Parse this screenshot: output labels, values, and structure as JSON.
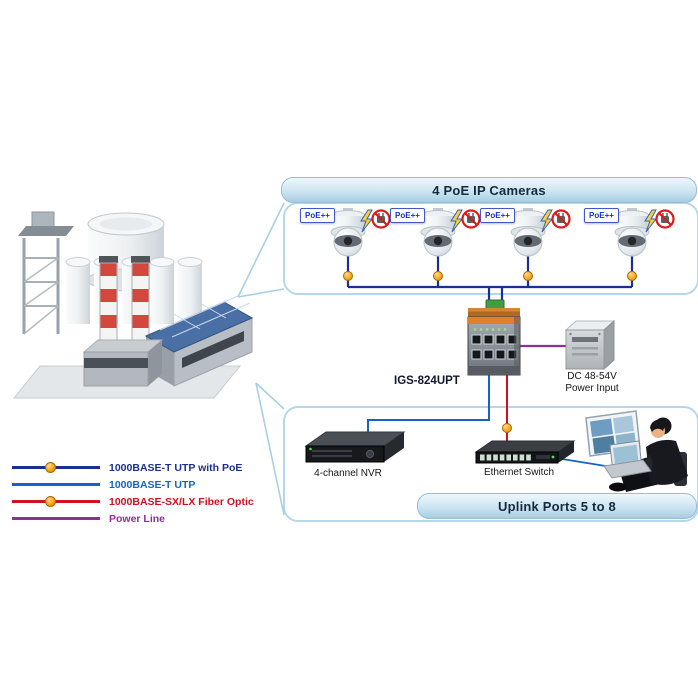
{
  "top_banner": {
    "label": "4 PoE IP Cameras"
  },
  "bottom_banner": {
    "label": "Uplink Ports 5 to 8"
  },
  "camera_badge_label": "PoE++",
  "devices": {
    "poe_switch": {
      "label": "IGS-824UPT"
    },
    "dc_power": {
      "line1": "DC 48-54V",
      "line2": "Power Input"
    },
    "nvr": {
      "label": "4-channel NVR"
    },
    "ethernet_switch": {
      "label": "Ethernet Switch"
    }
  },
  "legend": {
    "items": [
      {
        "label": "1000BASE-T UTP with PoE",
        "color": "#1b2f8f",
        "poe_dot": true
      },
      {
        "label": "1000BASE-T UTP",
        "color": "#1565c0",
        "poe_dot": false
      },
      {
        "label": "1000BASE-SX/LX Fiber Optic",
        "color": "#cf1020",
        "poe_dot": true
      },
      {
        "label": "Power Line",
        "color": "#8e2f97",
        "poe_dot": false
      }
    ]
  },
  "icons": {
    "lightning": "⚡",
    "no_power_adapter": "🚫"
  },
  "colors": {
    "poe_line": "#1b2f8f",
    "utp_line": "#1565c0",
    "fiber_line": "#cf1020",
    "power_line": "#8e2f97",
    "poe_dot": "#f29e07",
    "panel_border": "#b5d7e9",
    "banner_fill": "#cde5f2"
  }
}
